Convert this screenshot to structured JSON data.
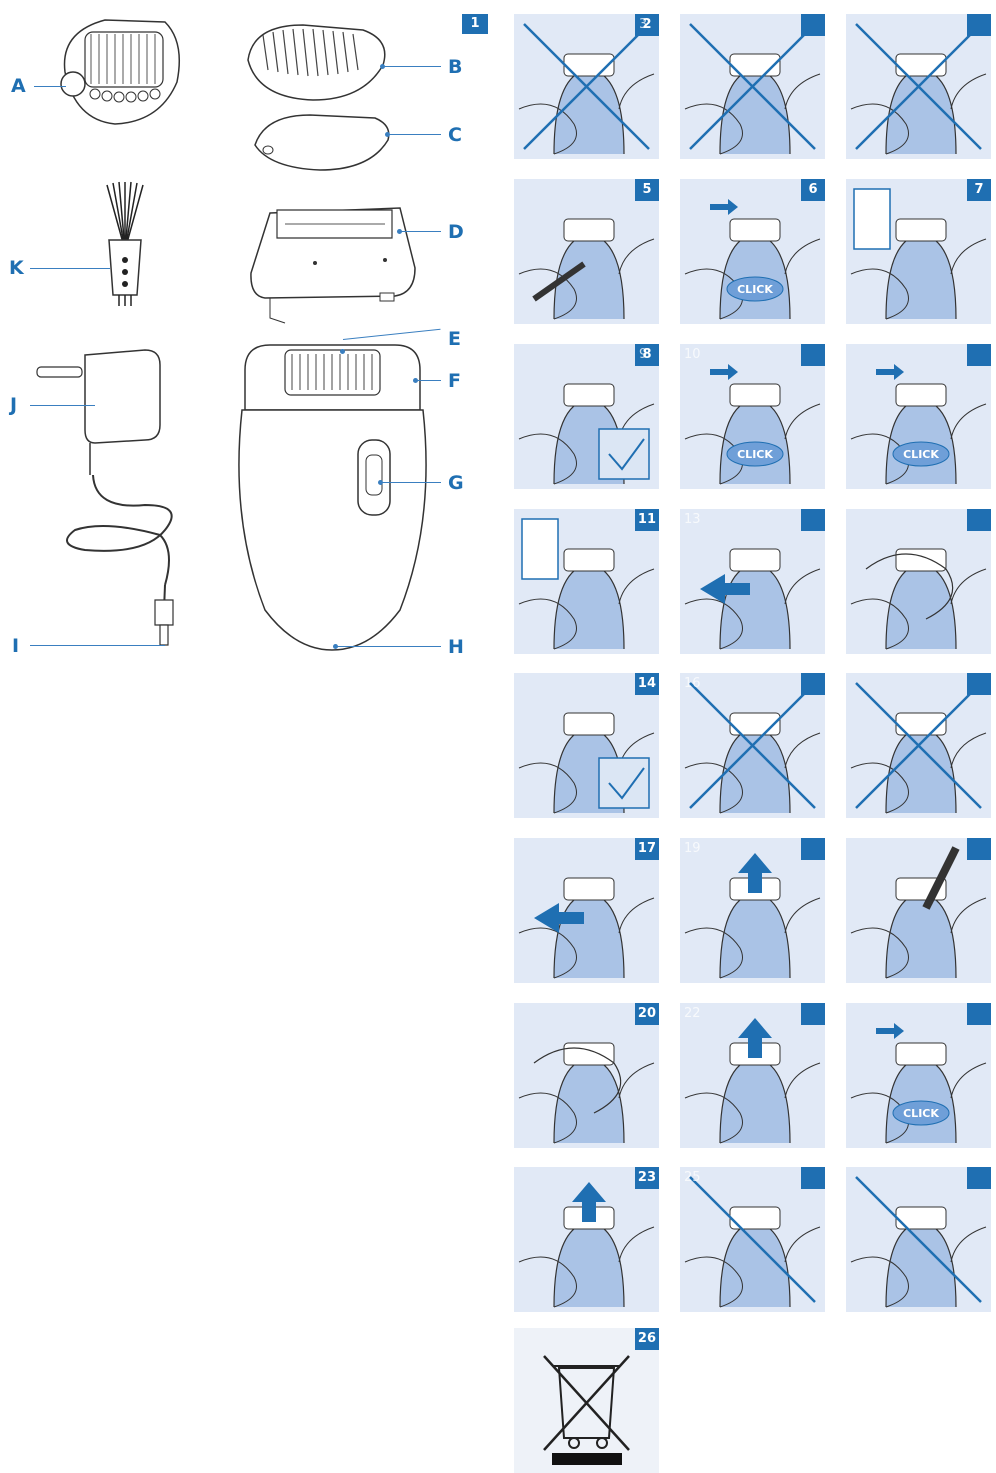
{
  "colors": {
    "accent": "#1f6fb2",
    "panel_bg": "#e1e9f6",
    "line": "#3a7fc0"
  },
  "parts": {
    "a": "A",
    "b": "B",
    "c": "C",
    "d": "D",
    "e": "E",
    "f": "F",
    "g": "G",
    "h": "H",
    "i": "I",
    "j": "J",
    "k": "K"
  },
  "step_one": "1",
  "panels": [
    {
      "badge": "2",
      "ghost": "3",
      "kind": "cross"
    },
    {
      "badge": "",
      "ghost": "",
      "kind": "cross"
    },
    {
      "badge": "",
      "ghost": "",
      "kind": "cross"
    },
    {
      "badge": "5",
      "ghost": "",
      "kind": "plug"
    },
    {
      "badge": "6",
      "ghost": "",
      "kind": "click"
    },
    {
      "badge": "7",
      "ghost": "",
      "kind": "switch"
    },
    {
      "badge": "8",
      "ghost": "9",
      "kind": "check"
    },
    {
      "badge": "",
      "ghost": "10",
      "kind": "click"
    },
    {
      "badge": "",
      "ghost": "",
      "kind": "click"
    },
    {
      "badge": "11",
      "ghost": "",
      "kind": "switch"
    },
    {
      "badge": "",
      "ghost": "13",
      "kind": "arrow"
    },
    {
      "badge": "",
      "ghost": "",
      "kind": "hand"
    },
    {
      "badge": "14",
      "ghost": "",
      "kind": "check"
    },
    {
      "badge": "",
      "ghost": "16",
      "kind": "cross"
    },
    {
      "badge": "",
      "ghost": "",
      "kind": "cross"
    },
    {
      "badge": "17",
      "ghost": "",
      "kind": "arrow"
    },
    {
      "badge": "",
      "ghost": "19",
      "kind": "up"
    },
    {
      "badge": "",
      "ghost": "",
      "kind": "brush"
    },
    {
      "badge": "20",
      "ghost": "",
      "kind": "hand"
    },
    {
      "badge": "",
      "ghost": "22",
      "kind": "up"
    },
    {
      "badge": "",
      "ghost": "",
      "kind": "click"
    },
    {
      "badge": "23",
      "ghost": "",
      "kind": "up"
    },
    {
      "badge": "",
      "ghost": "25",
      "kind": "diag"
    },
    {
      "badge": "",
      "ghost": "",
      "kind": "diag"
    },
    {
      "badge": "26",
      "ghost": "",
      "kind": "bin"
    }
  ],
  "click_label": "CLICK",
  "icons": [
    "epilating-head-icon",
    "cap-icon",
    "shaving-head-icon",
    "appliance-icon",
    "adapter-icon",
    "brush-icon",
    "bin-icon"
  ]
}
